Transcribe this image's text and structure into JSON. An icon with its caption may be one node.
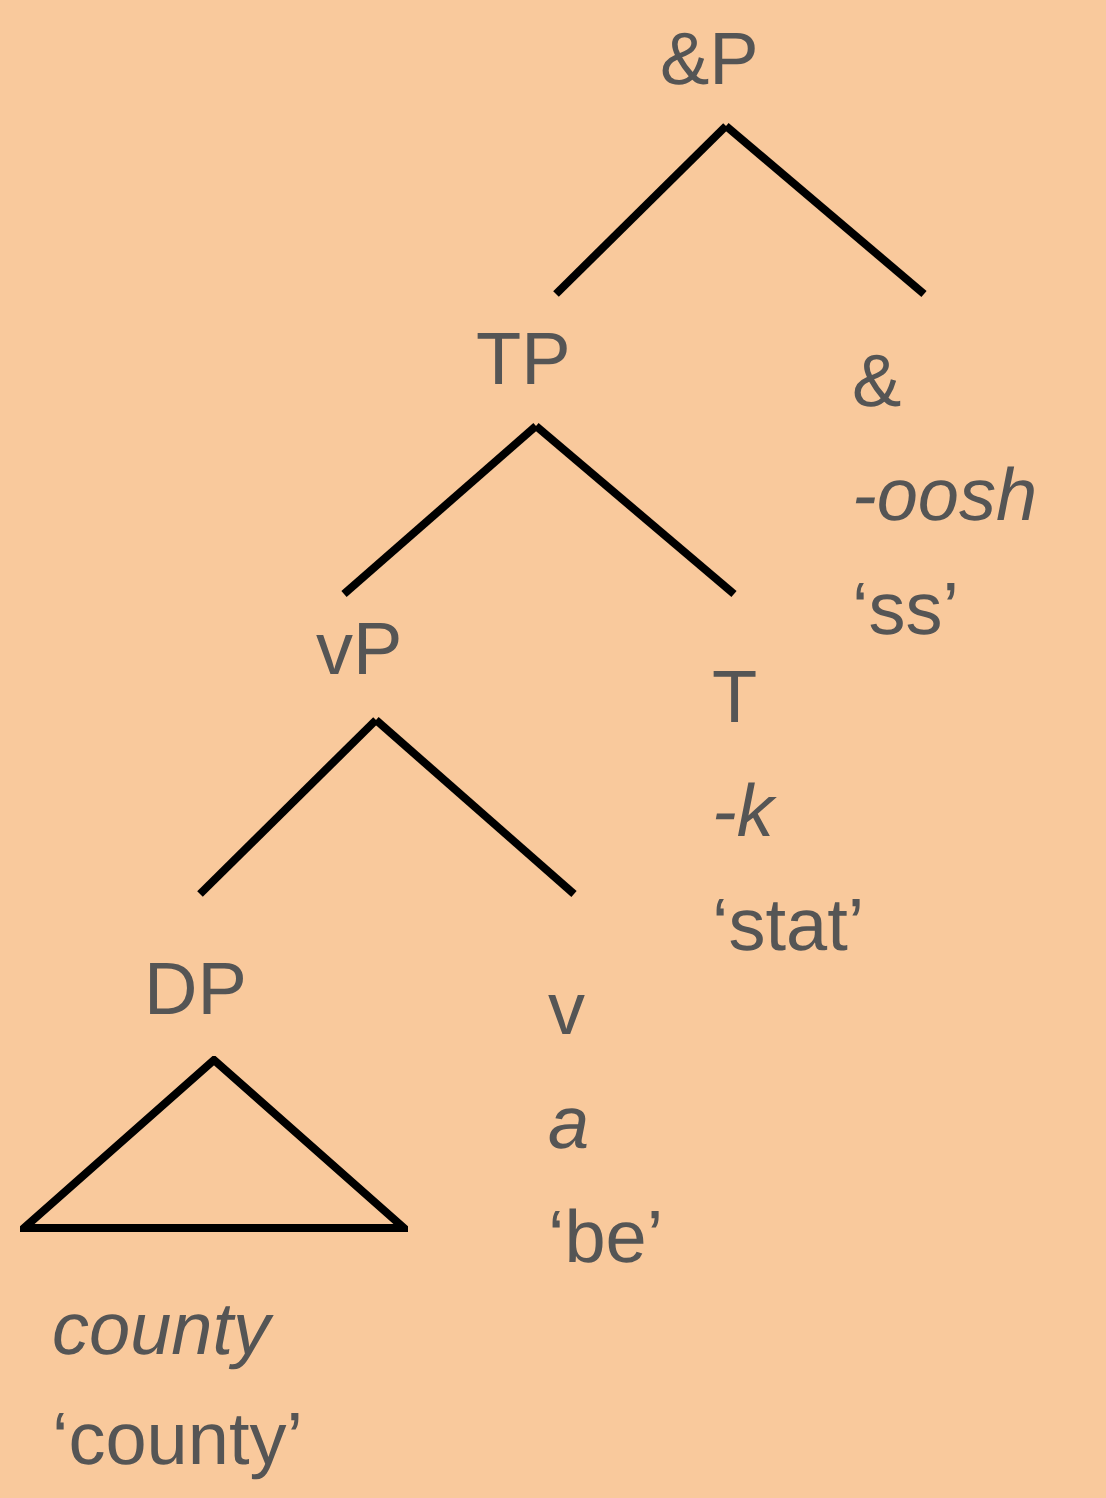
{
  "diagram": {
    "nodes": [
      {
        "text": [
          "&P"
        ]
      },
      {
        "text": [
          "TP"
        ]
      },
      {
        "text": [
          "&",
          "-oosh",
          "‘ss’"
        ]
      },
      {
        "text": [
          "vP"
        ]
      },
      {
        "text": [
          "T",
          "-k",
          "‘stat’"
        ]
      },
      {
        "text": [
          "DP"
        ]
      },
      {
        "text": [
          "v",
          "a",
          "‘be’"
        ]
      },
      {
        "text": [],
        "shape": "triangle"
      }
    ],
    "edges": [
      {
        "from": 0,
        "to": 1,
        "arrow": "none"
      },
      {
        "from": 0,
        "to": 2,
        "arrow": "none"
      },
      {
        "from": 1,
        "to": 3,
        "arrow": "none"
      },
      {
        "from": 1,
        "to": 4,
        "arrow": "none"
      },
      {
        "from": 3,
        "to": 5,
        "arrow": "none"
      },
      {
        "from": 3,
        "to": 6,
        "arrow": "none"
      }
    ],
    "labels": [
      "county",
      "‘county’"
    ]
  }
}
